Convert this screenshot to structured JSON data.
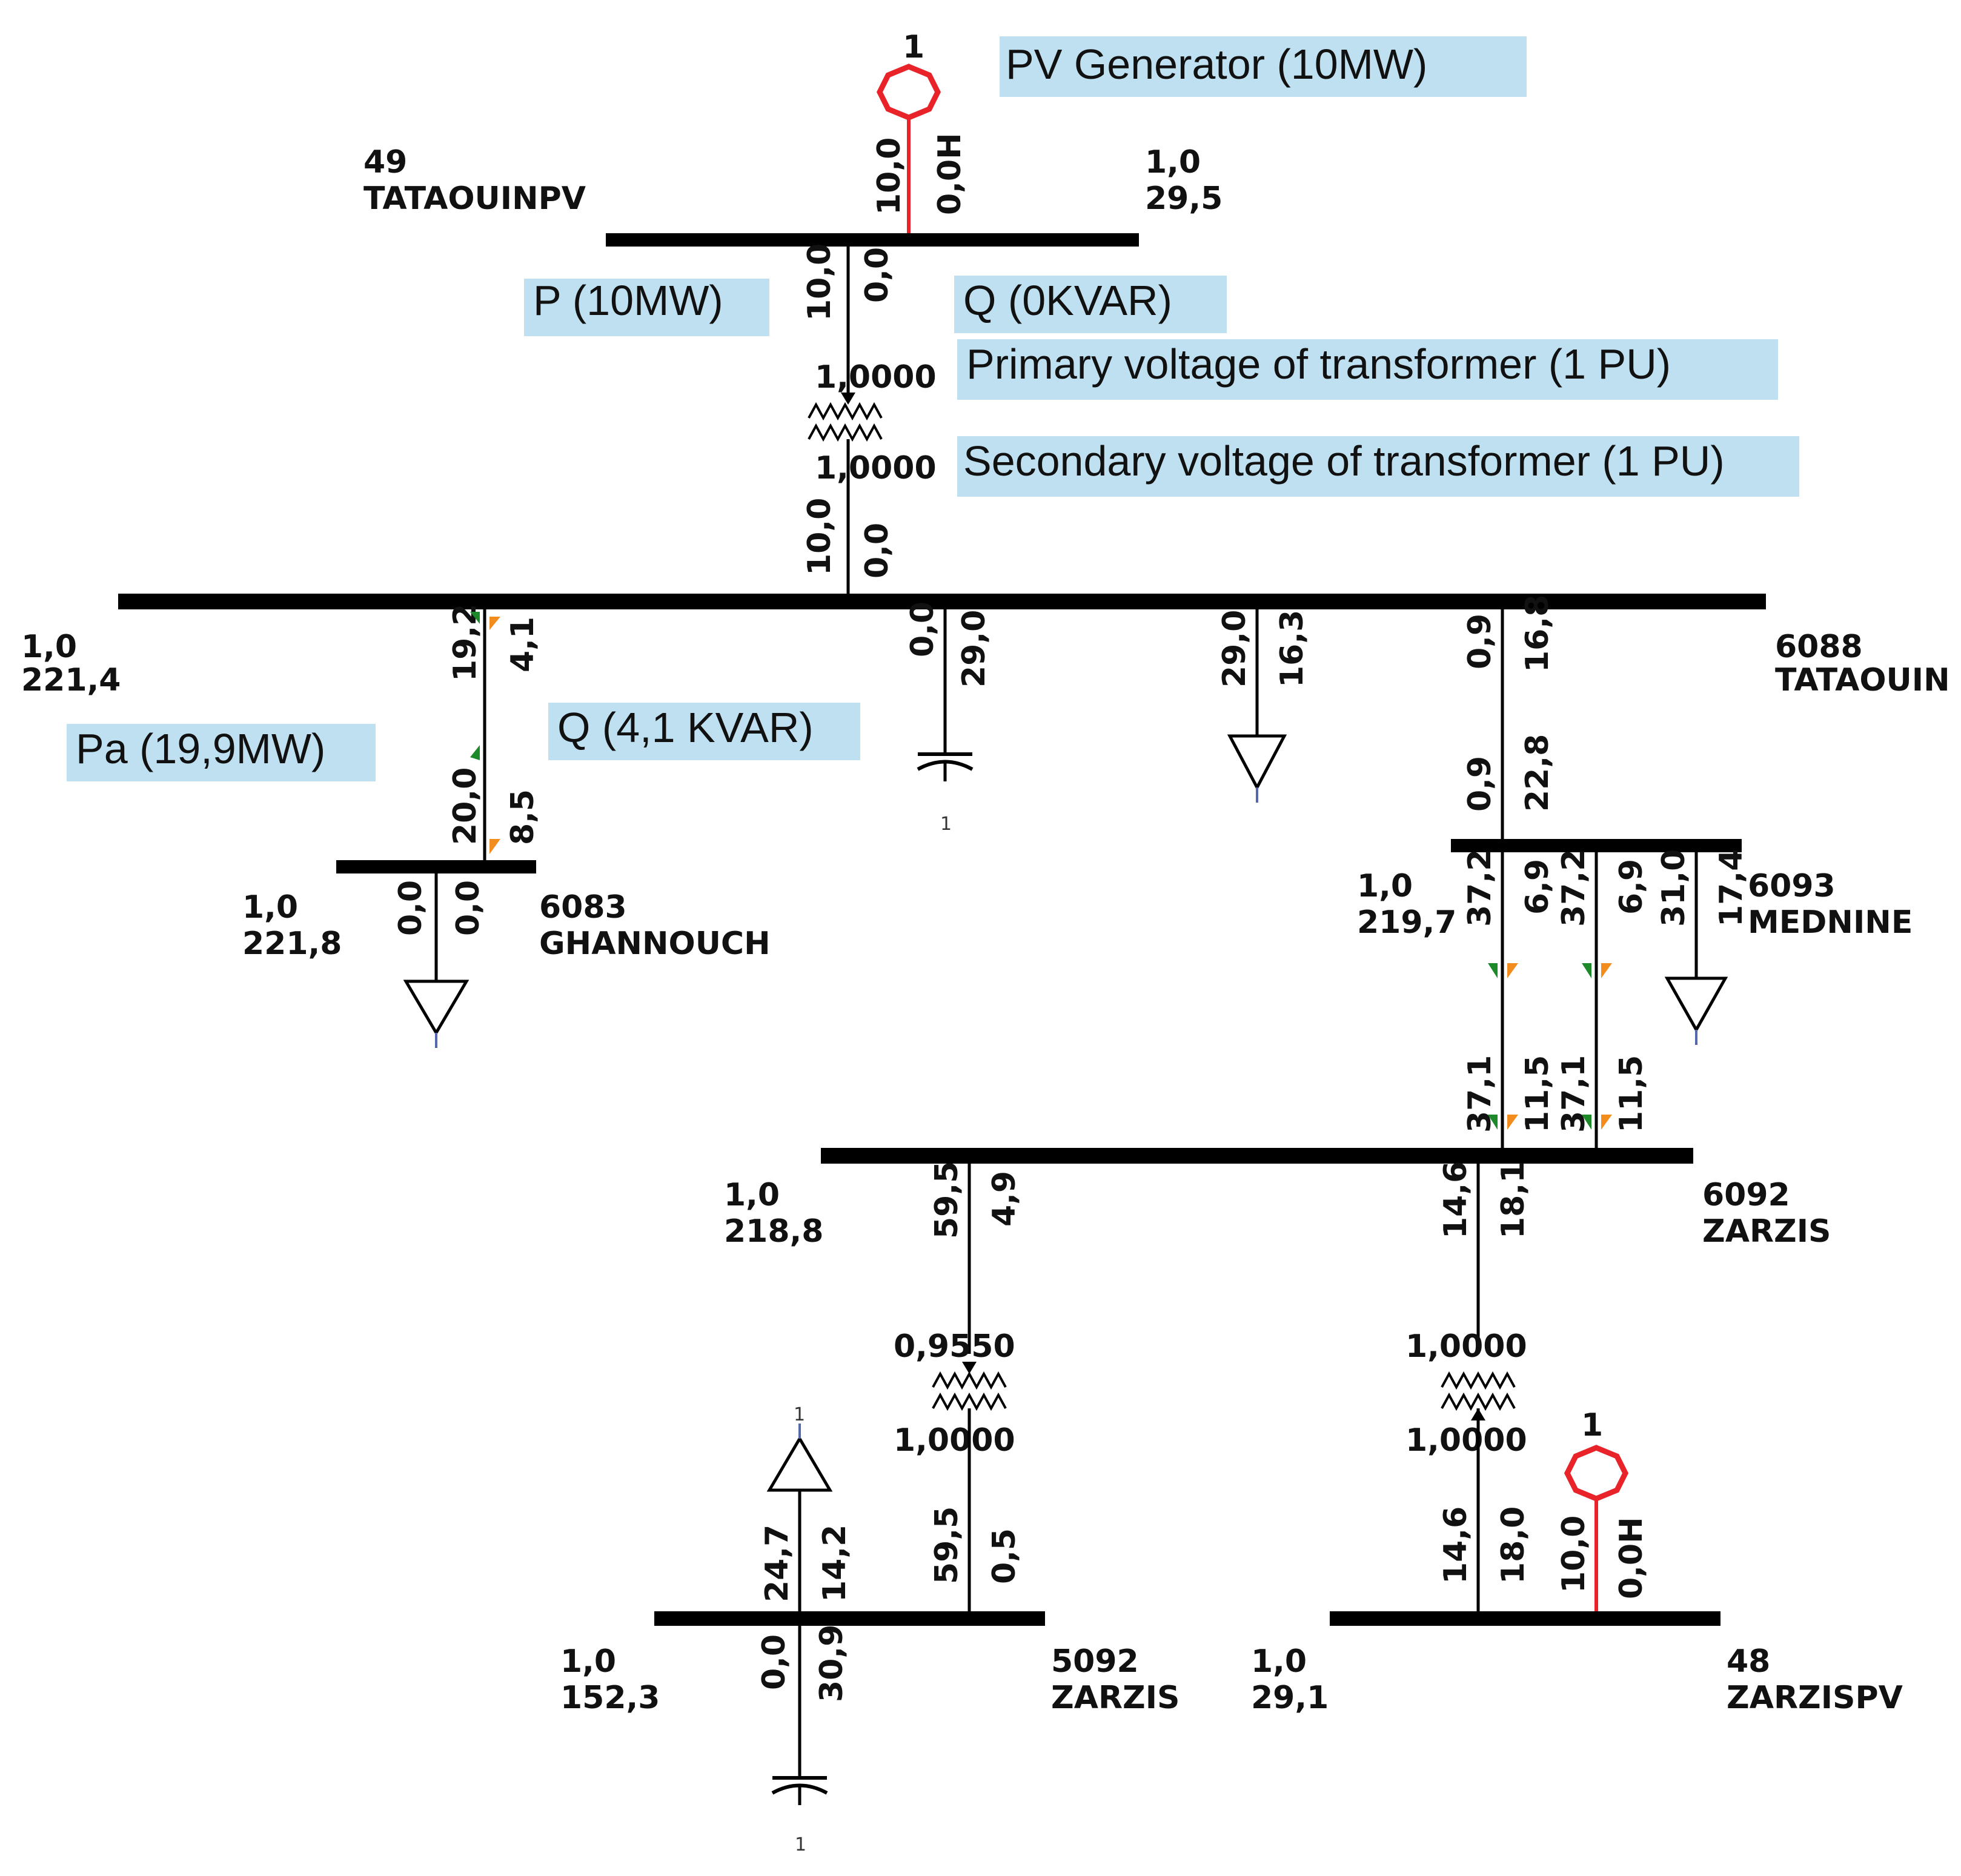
{
  "annotations": {
    "pv_generator": "PV Generator (10MW)",
    "p": "P (10MW)",
    "q": "Q (0KVAR)",
    "primary": "Primary voltage of transformer (1 PU)",
    "secondary": "Secondary voltage of transformer (1 PU)",
    "pa": "Pa (19,9MW)",
    "q2": "Q (4,1 KVAR)"
  },
  "colors": {
    "annotation_bg": "#bfe0f0",
    "generator": "#e8232a",
    "bus": "#000000",
    "arrow_orange": "#f28c1c",
    "arrow_green": "#1d8a2a"
  },
  "gen_top": {
    "id": "1",
    "p": "10,0",
    "q": "0,0H"
  },
  "bus49": {
    "num": "49",
    "name": "TATAOUINPV",
    "vpu": "1,0",
    "vkv": "29,5"
  },
  "line49": {
    "p": "10,0",
    "q": "0,0"
  },
  "xf1": {
    "t1": "1,0000",
    "t2": "1,0000",
    "p": "10,0",
    "q": "0,0"
  },
  "bus6088": {
    "num": "6088",
    "name": "TATAOUIN",
    "vpu": "1,0",
    "vkv": "221,4"
  },
  "branch_ghannouch": {
    "p_top": "19,2",
    "q_top": "4,1",
    "p_bot": "20,0",
    "q_bot": "8,5"
  },
  "shunt6088": {
    "p": "0,0",
    "q": "29,0",
    "id": "1"
  },
  "load6088": {
    "p": "29,0",
    "q": "16,3"
  },
  "branch_mednine": {
    "p_top": "0,9",
    "q_top": "16,8",
    "p_bot": "0,9",
    "q_bot": "22,8"
  },
  "bus6083": {
    "num": "6083",
    "name": "GHANNOUCH",
    "vpu": "1,0",
    "vkv": "221,8"
  },
  "load6083": {
    "p": "0,0",
    "q": "0,0"
  },
  "bus6093": {
    "num": "6093",
    "name": "MEDNINE",
    "vpu": "1,0",
    "vkv": "219,7"
  },
  "mednine_lines": {
    "l1p": "37,2",
    "l1q": "6,9",
    "l2p": "37,2",
    "l2q": "6,9",
    "load_p": "31,0",
    "load_q": "17,4"
  },
  "zarzis_lines": {
    "l1p": "37,1",
    "l1q": "11,5",
    "l2p": "37,1",
    "l2q": "11,5"
  },
  "bus6092": {
    "num": "6092",
    "name": "ZARZIS",
    "vpu": "1,0",
    "vkv": "218,8"
  },
  "xf2": {
    "p_top": "59,5",
    "q_top": "4,9",
    "t1": "0,9550",
    "t2": "1,0000",
    "p_bot": "59,5",
    "q_bot": "0,5"
  },
  "xf3": {
    "p_top": "14,6",
    "q_top": "18,1",
    "t1": "1,0000",
    "t2": "1,0000",
    "p_bot": "14,6",
    "q_bot": "18,0"
  },
  "bus5092": {
    "num": "5092",
    "name": "ZARZIS",
    "vpu": "1,0",
    "vkv": "152,3"
  },
  "load5092": {
    "p": "24,7",
    "q": "14,2",
    "id": "1"
  },
  "shunt5092": {
    "p": "0,0",
    "q": "30,9",
    "id": "1"
  },
  "bus48": {
    "num": "48",
    "name": "ZARZISPV",
    "vpu": "1,0",
    "vkv": "29,1"
  },
  "gen48": {
    "id": "1",
    "p": "10,0",
    "q": "0,0H"
  }
}
